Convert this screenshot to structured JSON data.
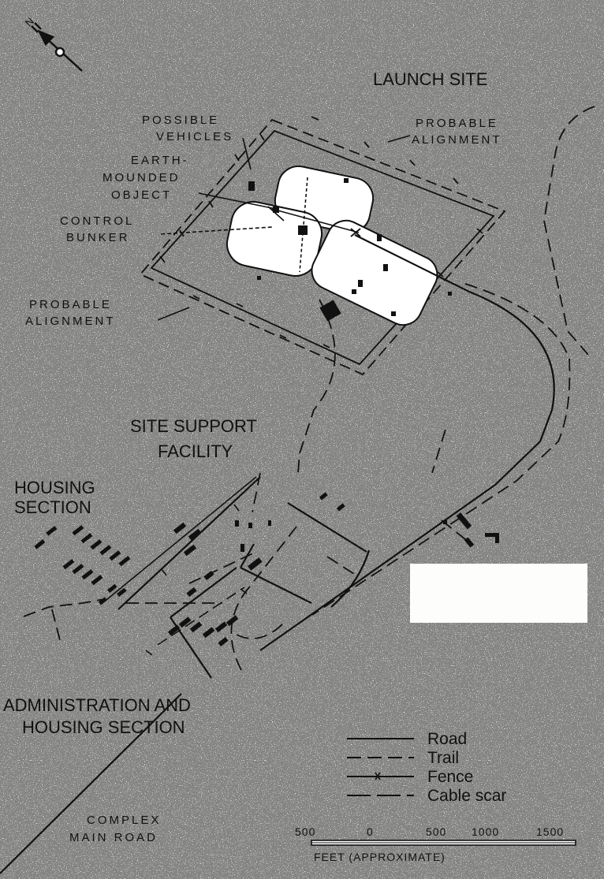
{
  "labels": {
    "launch_site": "LAUNCH SITE",
    "possible_vehicles_1": "POSSIBLE",
    "possible_vehicles_2": "VEHICLES",
    "earth_mounded_1": "EARTH-",
    "earth_mounded_2": "MOUNDED",
    "earth_mounded_3": "OBJECT",
    "control_bunker_1": "CONTROL",
    "control_bunker_2": "BUNKER",
    "probable_alignment_ne_1": "PROBABLE",
    "probable_alignment_ne_2": "ALIGNMENT",
    "probable_alignment_sw_1": "PROBABLE",
    "probable_alignment_sw_2": "ALIGNMENT",
    "site_support_1": "SITE SUPPORT",
    "site_support_2": "FACILITY",
    "housing_1": "HOUSING",
    "housing_2": "SECTION",
    "admin_1": "ADMINISTRATION AND",
    "admin_2": "HOUSING SECTION",
    "complex_1": "COMPLEX",
    "complex_2": "MAIN ROAD"
  },
  "legend": {
    "road": "Road",
    "trail": "Trail",
    "fence": "Fence",
    "cable": "Cable scar"
  },
  "scale": {
    "ticks": [
      "500",
      "0",
      "500",
      "1000",
      "1500"
    ],
    "caption": "FEET (APPROXIMATE)"
  },
  "north": {
    "letter": "N"
  }
}
